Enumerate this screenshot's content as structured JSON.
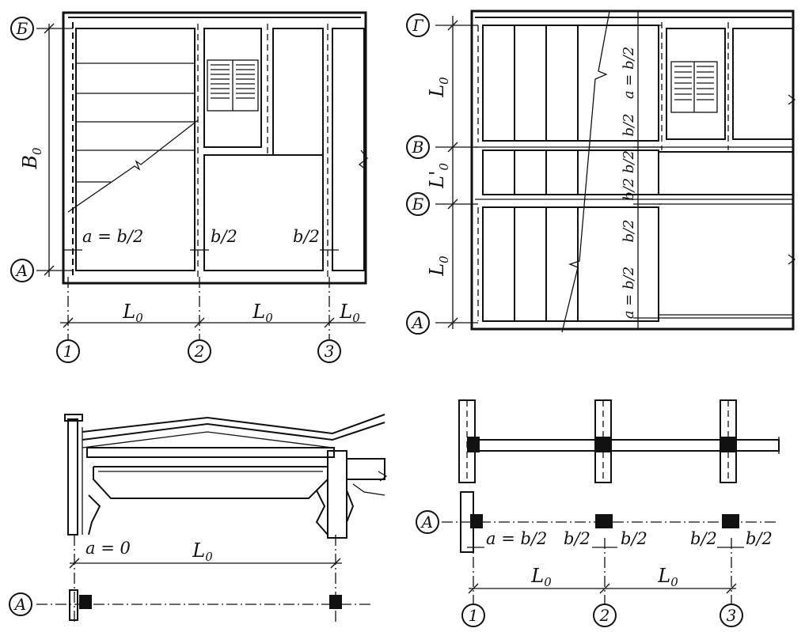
{
  "quadrant_top_left": {
    "axis_letters": [
      "Б",
      "А"
    ],
    "axis_numbers": [
      "1",
      "2",
      "3"
    ],
    "dim_width": "B",
    "dim_width_sub": "0",
    "offset_first": "a = b/2",
    "offset_mid": "b/2",
    "offset_last": "b/2",
    "span_1": "L",
    "span_1_sub": "0",
    "span_2": "L",
    "span_2_sub": "0",
    "span_3": "L",
    "span_3_sub": "0"
  },
  "quadrant_top_right": {
    "axis_letters": [
      "Г",
      "В",
      "Б",
      "А"
    ],
    "span_top": "L",
    "span_top_sub": "0",
    "span_mid": "L'",
    "span_mid_sub": "0",
    "span_bottom": "L",
    "span_bottom_sub": "0",
    "offset_top": "a = b/2",
    "offset_upper": "b/2",
    "offset_mid": "b/2 b/2",
    "offset_lower": "b/2",
    "offset_bottom": "a = b/2"
  },
  "quadrant_bottom_left": {
    "axis_letter": "А",
    "offset": "a = 0",
    "span": "L",
    "span_sub": "0"
  },
  "quadrant_bottom_right": {
    "axis_letter": "А",
    "axis_numbers": [
      "1",
      "2",
      "3"
    ],
    "offset_first": "a = b/2",
    "offset_2_left": "b/2",
    "offset_2_right": "b/2",
    "offset_3_left": "b/2",
    "offset_3_right": "b/2",
    "span_1": "L",
    "span_1_sub": "0",
    "span_2": "L",
    "span_2_sub": "0"
  }
}
